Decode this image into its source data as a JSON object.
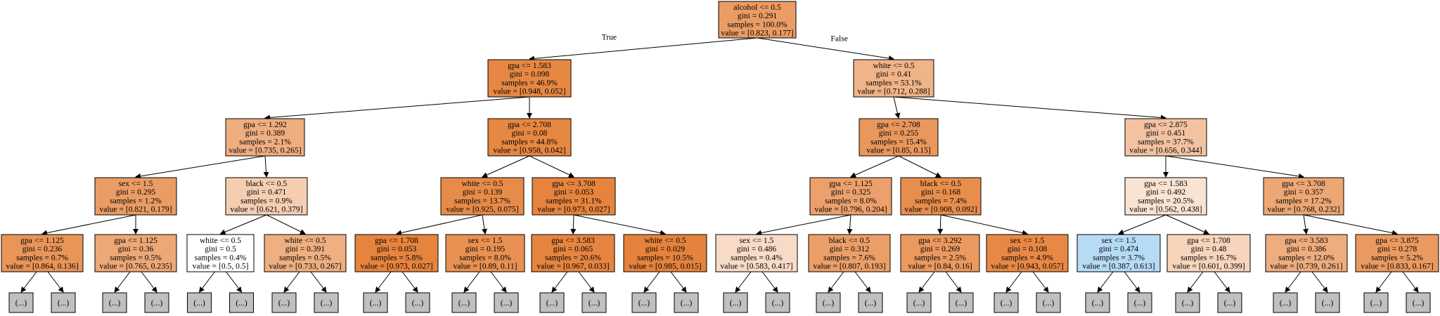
{
  "tree": {
    "nodes": [
      {
        "id": "n0",
        "lines": [
          "alcohol <= 0.5",
          "gini = 0.291",
          "samples = 100.0%",
          "value = [0.823, 0.177]"
        ],
        "fill": "#eb9c64"
      },
      {
        "id": "n1",
        "lines": [
          "gpa <= 1.583",
          "gini = 0.098",
          "samples = 46.9%",
          "value = [0.948, 0.052]"
        ],
        "fill": "#e68844"
      },
      {
        "id": "n2",
        "lines": [
          "white <= 0.5",
          "gini = 0.41",
          "samples = 53.1%",
          "value = [0.712, 0.288]"
        ],
        "fill": "#f0b489"
      },
      {
        "id": "n3",
        "lines": [
          "gpa <= 1.292",
          "gini = 0.389",
          "samples = 2.1%",
          "value = [0.735, 0.265]"
        ],
        "fill": "#eeae80"
      },
      {
        "id": "n4",
        "lines": [
          "gpa <= 2.708",
          "gini = 0.08",
          "samples = 44.8%",
          "value = [0.958, 0.042]"
        ],
        "fill": "#e68742"
      },
      {
        "id": "n5",
        "lines": [
          "gpa <= 2.708",
          "gini = 0.255",
          "samples = 15.4%",
          "value = [0.85, 0.15]"
        ],
        "fill": "#ea975c"
      },
      {
        "id": "n6",
        "lines": [
          "gpa <= 2.875",
          "gini = 0.451",
          "samples = 37.7%",
          "value = [0.656, 0.344]"
        ],
        "fill": "#f3c3a1"
      },
      {
        "id": "n7",
        "lines": [
          "sex <= 1.5",
          "gini = 0.295",
          "samples = 1.2%",
          "value = [0.821, 0.179]"
        ],
        "fill": "#eb9c64"
      },
      {
        "id": "n8",
        "lines": [
          "black <= 0.5",
          "gini = 0.471",
          "samples = 0.9%",
          "value = [0.621, 0.379]"
        ],
        "fill": "#f5ceb2"
      },
      {
        "id": "n9",
        "lines": [
          "white <= 0.5",
          "gini = 0.139",
          "samples = 13.7%",
          "value = [0.925, 0.075]"
        ],
        "fill": "#e78b49"
      },
      {
        "id": "n10",
        "lines": [
          "gpa <= 3.708",
          "gini = 0.053",
          "samples = 31.1%",
          "value = [0.973, 0.027]"
        ],
        "fill": "#e6843e"
      },
      {
        "id": "n11",
        "lines": [
          "gpa <= 1.125",
          "gini = 0.325",
          "samples = 8.0%",
          "value = [0.796, 0.204]"
        ],
        "fill": "#eca16c"
      },
      {
        "id": "n12",
        "lines": [
          "black <= 0.5",
          "gini = 0.168",
          "samples = 7.4%",
          "value = [0.908, 0.092]"
        ],
        "fill": "#e88e4d"
      },
      {
        "id": "n13",
        "lines": [
          "gpa <= 1.583",
          "gini = 0.492",
          "samples = 20.5%",
          "value = [0.562, 0.438]"
        ],
        "fill": "#f9e3d3"
      },
      {
        "id": "n14",
        "lines": [
          "gpa <= 3.708",
          "gini = 0.357",
          "samples = 17.2%",
          "value = [0.768, 0.232]"
        ],
        "fill": "#eda775"
      },
      {
        "id": "n15",
        "lines": [
          "gpa <= 1.125",
          "gini = 0.236",
          "samples = 0.7%",
          "value = [0.864, 0.136]"
        ],
        "fill": "#e99558"
      },
      {
        "id": "n16",
        "lines": [
          "gpa <= 1.125",
          "gini = 0.36",
          "samples = 0.5%",
          "value = [0.765, 0.235]"
        ],
        "fill": "#eda876"
      },
      {
        "id": "n17",
        "lines": [
          "white <= 0.5",
          "gini = 0.5",
          "samples = 0.4%",
          "value = [0.5, 0.5]"
        ],
        "fill": "#ffffff"
      },
      {
        "id": "n18",
        "lines": [
          "white <= 0.5",
          "gini = 0.391",
          "samples = 0.5%",
          "value = [0.733, 0.267]"
        ],
        "fill": "#eeaf81"
      },
      {
        "id": "n19",
        "lines": [
          "gpa <= 1.708",
          "gini = 0.053",
          "samples = 5.8%",
          "value = [0.973, 0.027]"
        ],
        "fill": "#e6843e"
      },
      {
        "id": "n20",
        "lines": [
          "sex <= 1.5",
          "gini = 0.195",
          "samples = 8.0%",
          "value = [0.89, 0.11]"
        ],
        "fill": "#e89152"
      },
      {
        "id": "n21",
        "lines": [
          "gpa <= 3.583",
          "gini = 0.065",
          "samples = 20.6%",
          "value = [0.967, 0.033]"
        ],
        "fill": "#e68540"
      },
      {
        "id": "n22",
        "lines": [
          "white <= 0.5",
          "gini = 0.029",
          "samples = 10.5%",
          "value = [0.985, 0.015]"
        ],
        "fill": "#e5833c"
      },
      {
        "id": "n23",
        "lines": [
          "sex <= 1.5",
          "gini = 0.486",
          "samples = 0.4%",
          "value = [0.583, 0.417]"
        ],
        "fill": "#f8dbc7"
      },
      {
        "id": "n24",
        "lines": [
          "black <= 0.5",
          "gini = 0.312",
          "samples = 7.6%",
          "value = [0.807, 0.193]"
        ],
        "fill": "#eb9f68"
      },
      {
        "id": "n25",
        "lines": [
          "gpa <= 3.292",
          "gini = 0.269",
          "samples = 2.5%",
          "value = [0.84, 0.16]"
        ],
        "fill": "#ea995f"
      },
      {
        "id": "n26",
        "lines": [
          "sex <= 1.5",
          "gini = 0.108",
          "samples = 4.9%",
          "value = [0.943, 0.057]"
        ],
        "fill": "#e78945"
      },
      {
        "id": "n27",
        "lines": [
          "sex <= 1.5",
          "gini = 0.474",
          "samples = 3.7%",
          "value = [0.387, 0.613]"
        ],
        "fill": "#b6dbf5"
      },
      {
        "id": "n28",
        "lines": [
          "gpa <= 1.708",
          "gini = 0.48",
          "samples = 16.7%",
          "value = [0.601, 0.399]"
        ],
        "fill": "#f6d5bc"
      },
      {
        "id": "n29",
        "lines": [
          "gpa <= 3.583",
          "gini = 0.386",
          "samples = 12.0%",
          "value = [0.739, 0.261]"
        ],
        "fill": "#eead7f"
      },
      {
        "id": "n30",
        "lines": [
          "gpa <= 3.875",
          "gini = 0.278",
          "samples = 5.2%",
          "value = [0.833, 0.167]"
        ],
        "fill": "#ea9a61"
      }
    ],
    "edges": [
      {
        "from": "n0",
        "to": "n1",
        "label": "True"
      },
      {
        "from": "n0",
        "to": "n2",
        "label": "False"
      },
      {
        "from": "n1",
        "to": "n3",
        "label": ""
      },
      {
        "from": "n1",
        "to": "n4",
        "label": ""
      },
      {
        "from": "n2",
        "to": "n5",
        "label": ""
      },
      {
        "from": "n2",
        "to": "n6",
        "label": ""
      },
      {
        "from": "n3",
        "to": "n7",
        "label": ""
      },
      {
        "from": "n3",
        "to": "n8",
        "label": ""
      },
      {
        "from": "n4",
        "to": "n9",
        "label": ""
      },
      {
        "from": "n4",
        "to": "n10",
        "label": ""
      },
      {
        "from": "n5",
        "to": "n11",
        "label": ""
      },
      {
        "from": "n5",
        "to": "n12",
        "label": ""
      },
      {
        "from": "n6",
        "to": "n13",
        "label": ""
      },
      {
        "from": "n6",
        "to": "n14",
        "label": ""
      },
      {
        "from": "n7",
        "to": "n15",
        "label": ""
      },
      {
        "from": "n7",
        "to": "n16",
        "label": ""
      },
      {
        "from": "n8",
        "to": "n17",
        "label": ""
      },
      {
        "from": "n8",
        "to": "n18",
        "label": ""
      },
      {
        "from": "n9",
        "to": "n19",
        "label": ""
      },
      {
        "from": "n9",
        "to": "n20",
        "label": ""
      },
      {
        "from": "n10",
        "to": "n21",
        "label": ""
      },
      {
        "from": "n10",
        "to": "n22",
        "label": ""
      },
      {
        "from": "n11",
        "to": "n23",
        "label": ""
      },
      {
        "from": "n11",
        "to": "n24",
        "label": ""
      },
      {
        "from": "n12",
        "to": "n25",
        "label": ""
      },
      {
        "from": "n12",
        "to": "n26",
        "label": ""
      },
      {
        "from": "n13",
        "to": "n27",
        "label": ""
      },
      {
        "from": "n13",
        "to": "n28",
        "label": ""
      },
      {
        "from": "n14",
        "to": "n29",
        "label": ""
      },
      {
        "from": "n14",
        "to": "n30",
        "label": ""
      }
    ],
    "truncated_label": "(...)",
    "truncated_fill": "#c0c0c0"
  }
}
